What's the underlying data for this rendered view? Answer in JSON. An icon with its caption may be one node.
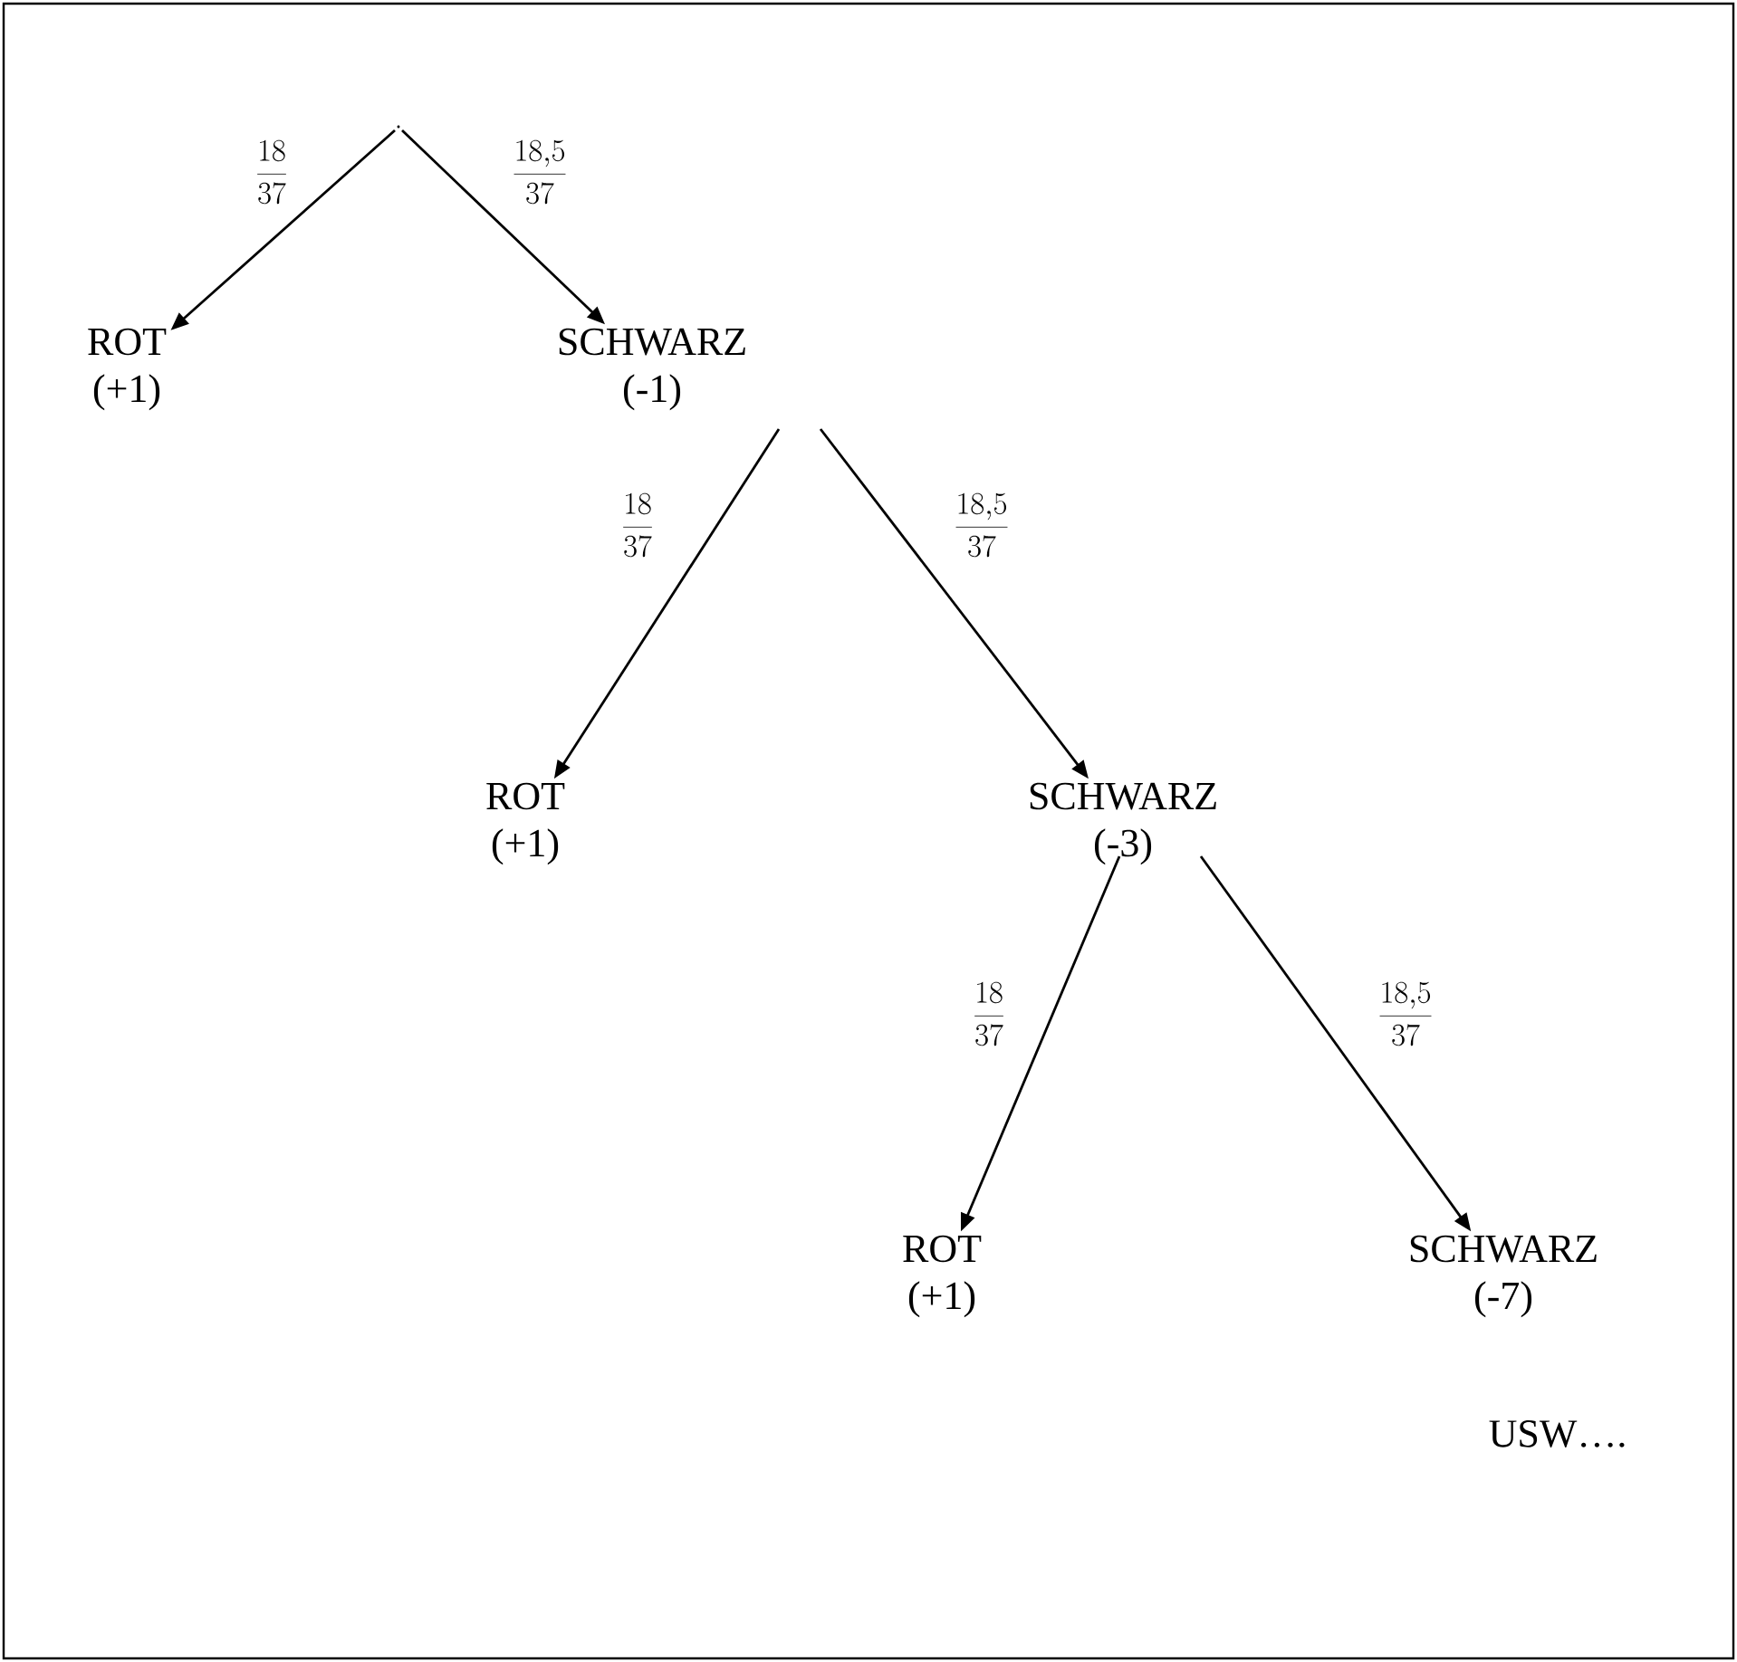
{
  "diagram": {
    "nodes": [
      {
        "text": [],
        "shape": "point"
      },
      {
        "text": [
          "ROT",
          "(+1)"
        ]
      },
      {
        "text": [
          "SCHWARZ",
          "(-1)"
        ]
      },
      {
        "text": [
          "ROT",
          "(+1)"
        ]
      },
      {
        "text": [
          "SCHWARZ",
          "(-3)"
        ]
      },
      {
        "text": [
          "ROT",
          "(+1)"
        ]
      },
      {
        "text": [
          "SCHWARZ",
          "(-7)"
        ]
      }
    ],
    "edges": [
      {
        "from": 0,
        "to": 1,
        "arrow": "to",
        "label": "\\frac{18}{37}"
      },
      {
        "from": 0,
        "to": 2,
        "arrow": "to",
        "label": "\\frac{18{,}5}{37}"
      },
      {
        "from": 2,
        "to": 3,
        "arrow": "to",
        "label": "\\frac{18}{37}"
      },
      {
        "from": 2,
        "to": 4,
        "arrow": "to",
        "label": "\\frac{18{,}5}{37}"
      },
      {
        "from": 4,
        "to": 5,
        "arrow": "to",
        "label": "\\frac{18}{37}"
      },
      {
        "from": 4,
        "to": 6,
        "arrow": "to",
        "label": "\\frac{18{,}5}{37}"
      }
    ],
    "labels": [
      "USW…."
    ]
  }
}
